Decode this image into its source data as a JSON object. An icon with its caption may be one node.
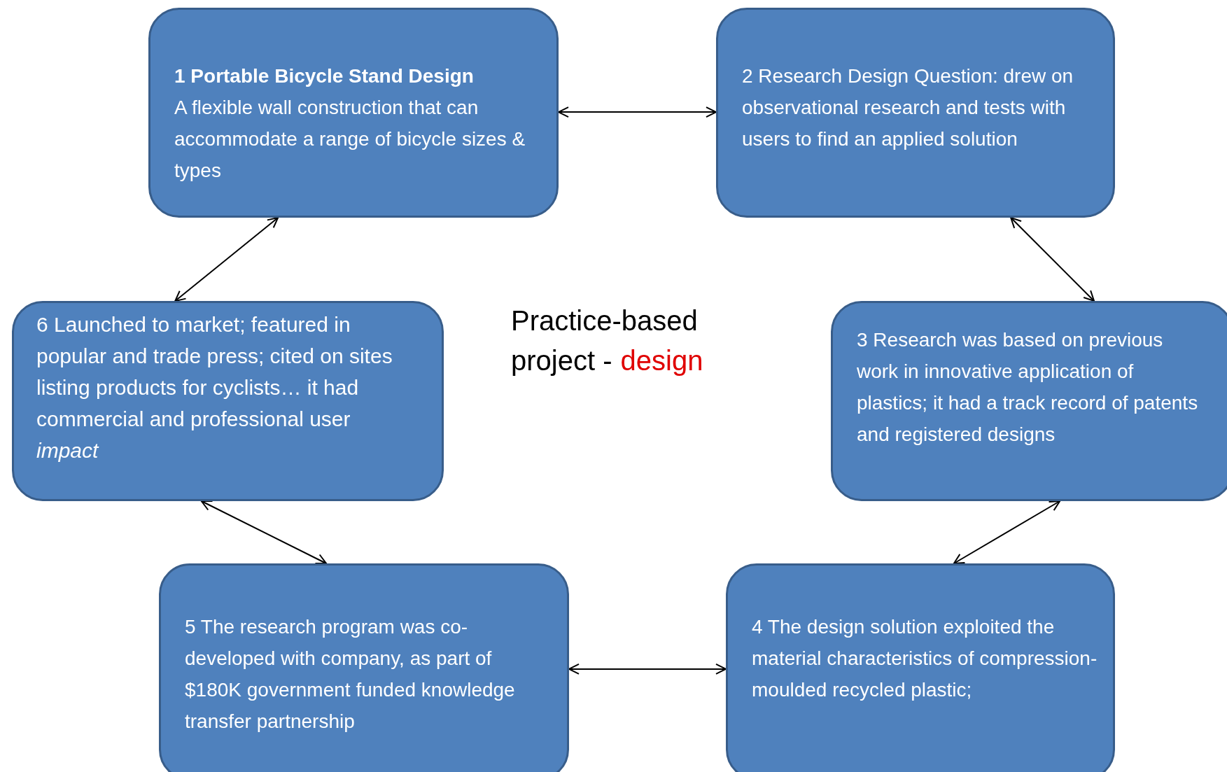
{
  "diagram": {
    "nodes": [
      {
        "text": [
          "1 Portable Bicycle Stand Design",
          "A flexible wall construction that can accommodate a range of bicycle sizes & types"
        ]
      },
      {
        "text": [
          "2 Research Design Question: drew on observational research and tests with users to find an applied solution"
        ]
      },
      {
        "text": [
          "3 Research was based on previous work in innovative application of plastics; it had a track record of patents and registered designs"
        ]
      },
      {
        "text": [
          "4 The design solution exploited the material characteristics of compression-moulded recycled plastic;"
        ]
      },
      {
        "text": [
          "5 The research program was co-developed with company, as part of $180K government funded knowledge transfer partnership"
        ]
      },
      {
        "text": [
          "6 Launched to market; featured in popular and trade press; cited on sites listing products for cyclists… it had commercial and professional user *impact*"
        ]
      }
    ],
    "edges": [
      {
        "from": 0,
        "to": 1,
        "arrow": "both"
      },
      {
        "from": 1,
        "to": 2,
        "arrow": "both"
      },
      {
        "from": 2,
        "to": 3,
        "arrow": "both"
      },
      {
        "from": 3,
        "to": 4,
        "arrow": "both"
      },
      {
        "from": 4,
        "to": 5,
        "arrow": "both"
      },
      {
        "from": 5,
        "to": 0,
        "arrow": "both"
      }
    ],
    "labels": [
      "Practice-based project -",
      "design"
    ]
  }
}
